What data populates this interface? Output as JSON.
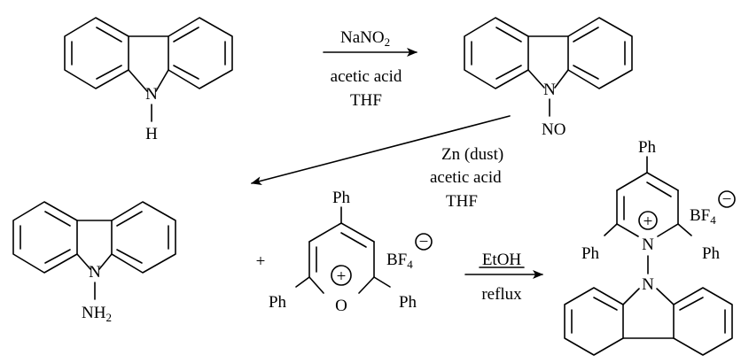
{
  "step1": {
    "reagent": "NaNO",
    "reagent_sub": "2",
    "conditions": [
      "acetic acid",
      "THF"
    ]
  },
  "step2": {
    "conditions": [
      "Zn (dust)",
      "acetic acid",
      "THF"
    ]
  },
  "step3": {
    "reagent": "EtOH",
    "conditions": [
      "reflux"
    ]
  },
  "plus": "+",
  "atoms": {
    "N": "N",
    "H": "H",
    "NO": "NO",
    "NH": "NH",
    "NH_sub": "2",
    "O": "O",
    "Ph": "Ph",
    "BF": "BF",
    "BF_sub": "4",
    "plus_charge": "+",
    "minus_charge": "−"
  }
}
